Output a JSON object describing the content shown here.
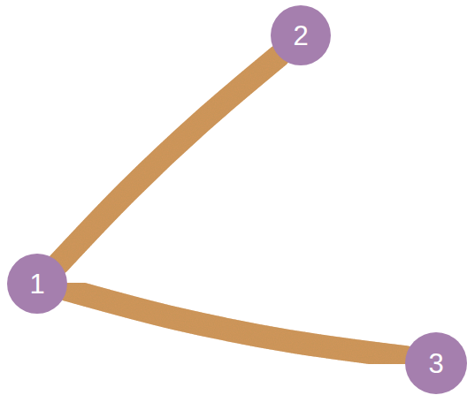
{
  "diagram": {
    "nodes": [
      {
        "text": [
          "2"
        ]
      },
      {
        "text": [
          "1"
        ]
      },
      {
        "text": [
          "3"
        ]
      }
    ],
    "edges": [
      {
        "from": 1,
        "to": 0,
        "arrow": "none"
      },
      {
        "from": 1,
        "to": 2,
        "arrow": "none"
      }
    ]
  }
}
